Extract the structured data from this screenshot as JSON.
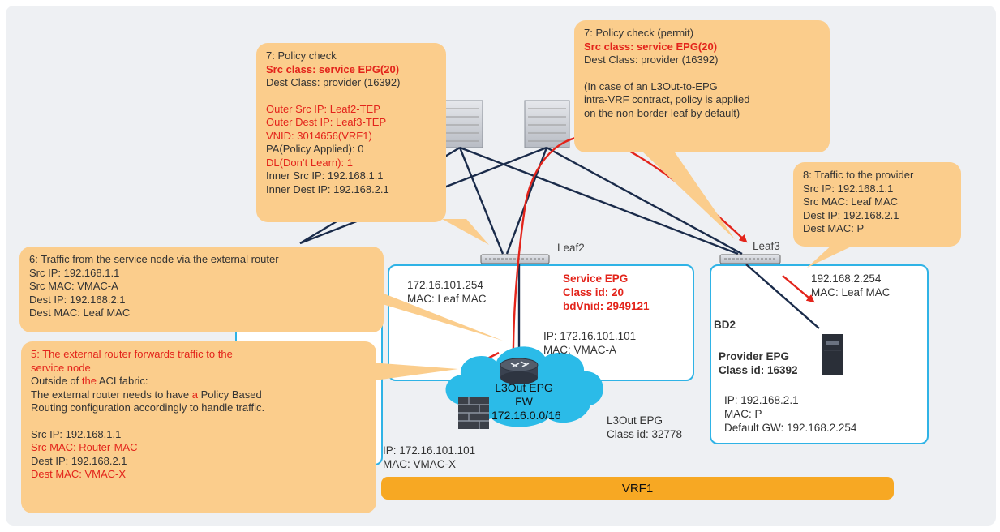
{
  "callouts": {
    "policy_check_leaf2": {
      "title": "7: Policy check",
      "src_class": "Src class: service EPG(20)",
      "dest_class": "Dest Class: provider (16392)",
      "outer_src_ip": "Outer Src IP: Leaf2-TEP",
      "outer_dest_ip": "Outer Dest IP: Leaf3-TEP",
      "vnid": "VNID: 3014656(VRF1)",
      "pa": "PA(Policy Applied): 0",
      "dl": "DL(Don’t Learn): 1",
      "inner_src_ip": "Inner Src IP: 192.168.1.1",
      "inner_dest_ip": "Inner Dest IP: 192.168.2.1"
    },
    "policy_check_permit": {
      "title": "7: Policy check (permit)",
      "src_class": "Src class: service EPG(20)",
      "dest_class": "Dest Class: provider (16392)",
      "note_1": "(In case of an L3Out-to-EPG",
      "note_2": "intra-VRF contract, policy is applied",
      "note_3": "on the non-border leaf by default)"
    },
    "traffic_to_provider": {
      "title": "8: Traffic to the provider",
      "src_ip": "Src IP: 192.168.1.1",
      "src_mac": "Src MAC: Leaf MAC",
      "dest_ip": "Dest IP: 192.168.2.1",
      "dest_mac": "Dest MAC: P"
    },
    "traffic_from_service": {
      "title": "6: Traffic from the service node via the external router",
      "src_ip": "Src IP: 192.168.1.1",
      "src_mac": "Src MAC: VMAC-A",
      "dest_ip": "Dest IP: 192.168.2.1",
      "dest_mac": "Dest MAC: Leaf MAC"
    },
    "external_router_forwards": {
      "title_1": "5: The external router forwards traffic to the",
      "title_2": "service node",
      "outside_pre": "Outside of ",
      "outside_the": "the",
      "outside_post": " ACI fabric:",
      "needs_pre": "The external router needs to have ",
      "needs_a": "a",
      "needs_post": " Policy Based",
      "routing": "Routing  configuration accordingly to handle traffic.",
      "src_ip": "Src IP: 192.168.1.1",
      "src_mac": "Src MAC: Router-MAC",
      "dest_ip": "Dest IP: 192.168.2.1",
      "dest_mac": "Dest MAC: VMAC-X"
    }
  },
  "leaf2": {
    "name": "Leaf2",
    "gw_ip": "172.16.101.254",
    "gw_mac": "MAC: Leaf MAC",
    "service_epg": "Service EPG",
    "class_id": "Class id: 20",
    "bdvnid": "bdVnid: 2949121",
    "fw_ip": "IP: 172.16.101.101",
    "fw_mac": "MAC: VMAC-A"
  },
  "leaf3": {
    "name": "Leaf3",
    "gw_ip": "192.168.2.254",
    "gw_mac": "MAC: Leaf MAC",
    "bd": "BD2",
    "provider_epg": "Provider EPG",
    "class_id": "Class id: 16392",
    "ip": "IP: 192.168.2.1",
    "mac": "MAC: P",
    "default_gw": "Default GW: 192.168.2.254"
  },
  "l3out": {
    "cloud_line1": "L3Out EPG",
    "cloud_line2": "FW",
    "cloud_line3": "172.16.0.0/16",
    "epg_label": "L3Out EPG",
    "class_id": "Class id: 32778",
    "ip": "IP: 172.16.101.101",
    "mac": "MAC: VMAC-X"
  },
  "vrf": {
    "label": "VRF1"
  },
  "colors": {
    "callout_fill": "#fbcd8c",
    "highlight_red": "#e3241b",
    "bd_border": "#2fb3e6",
    "vrf_bar": "#f7a823",
    "link_navy": "#1a2b4a",
    "cloud": "#2bbbe8"
  }
}
